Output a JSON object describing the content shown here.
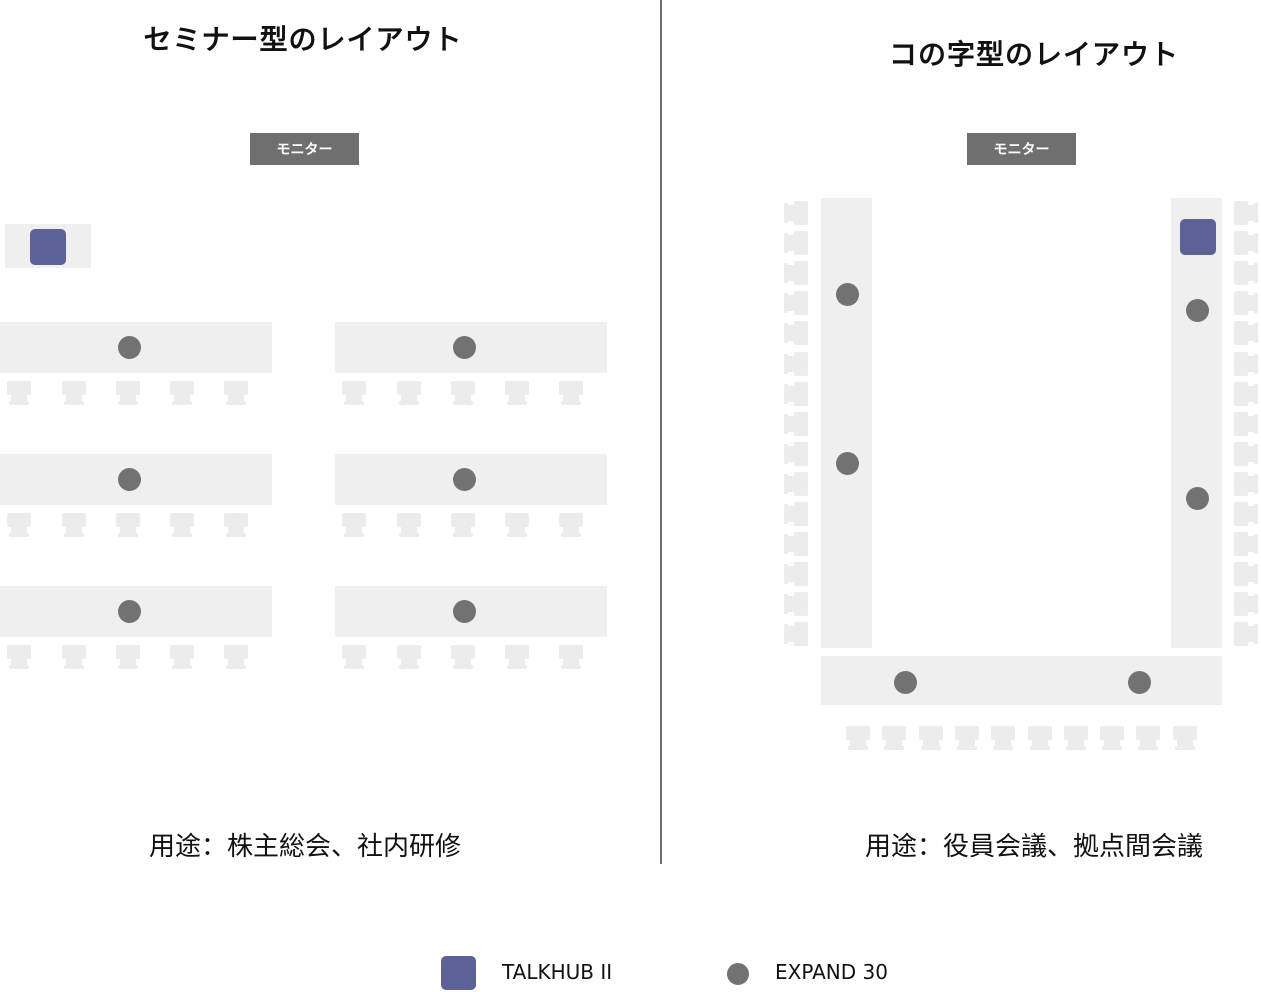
{
  "colors": {
    "talkhub": "#5c6196",
    "expand": "#727272",
    "table": "#efefef",
    "chair": "#ececec",
    "monitor": "#6f6f6f",
    "divider": "#6e6e6e"
  },
  "seminar": {
    "title": "セミナー型のレイアウト",
    "monitor_label": "モニター",
    "usage": "用途：株主総会、社内研修"
  },
  "u_shape": {
    "title": "コの字型のレイアウト",
    "monitor_label": "モニター",
    "usage": "用途：役員会議、拠点間会議"
  },
  "legend": {
    "items": [
      {
        "label": "TALKHUB II",
        "icon": "talkhub-square-icon"
      },
      {
        "label": "EXPAND 30",
        "icon": "expand-circle-icon"
      }
    ]
  }
}
